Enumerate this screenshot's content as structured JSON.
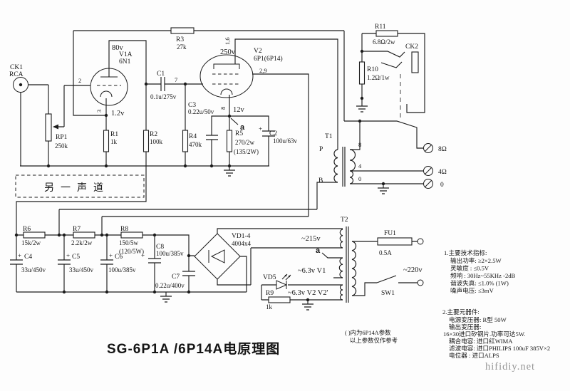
{
  "title": "SG-6P1A /6P14A电原理图",
  "watermark": "hifidiy.net",
  "schematic": {
    "connectors": {
      "ck1": "CK1",
      "ck1_type": "RCA",
      "ck2": "CK2"
    },
    "tubes": {
      "v1_name": "V1A",
      "v1_type": "6N1",
      "v1_plate_v": "80v",
      "v1_cathode_v": "1.2v",
      "v1_pin_grid": "2",
      "v1_pin_cathode": "3",
      "v2_name": "V2",
      "v2_type": "6P1(6P14)",
      "v2_plate_v": "250v",
      "v2_cathode_v": "12v",
      "v2_pin_plate": "1,6",
      "v2_pin_grid": "7",
      "v2_pin_screen": "2,9",
      "v2_pin_cathode": "8",
      "point_a": "a"
    },
    "resistors": {
      "rp1": "RP1",
      "rp1_val": "250k",
      "r1": "R1",
      "r1_val": "1k",
      "r2": "R2",
      "r2_val": "100k",
      "r3": "R3",
      "r3_val": "27k",
      "r4": "R4",
      "r4_val": "470k",
      "r5": "R5",
      "r5_val": "270/2w",
      "r5_alt": "(135/2W)",
      "r6": "R6",
      "r6_val": "15k/2w",
      "r7": "R7",
      "r7_val": "2.2k/2w",
      "r8": "R8",
      "r8_val": "150/5w",
      "r8_alt": "(120/5W)",
      "r9": "R9",
      "r9_val": "1k",
      "r10": "R10",
      "r10_val": "1.2Ω/1w",
      "r11": "R11",
      "r11_val": "6.8Ω/2w"
    },
    "capacitors": {
      "plus": "+",
      "c1": "C1",
      "c1_val": "0.1u/275v",
      "c2": "C2",
      "c2_val": "100u/63v",
      "c3": "C3",
      "c3_val": "0.22u/50v",
      "c4": "C4",
      "c4_val": "33u/450v",
      "c5": "C5",
      "c5_val": "33u/450v",
      "c6": "C6",
      "c6_val": "100u/385v",
      "c7": "C7",
      "c7_val": "0.22u/400v",
      "c8": "C8",
      "c8_val": "100u/385v"
    },
    "diodes": {
      "vd14": "VD1-4",
      "vd14_val": "4004x4",
      "vd5": "VD5"
    },
    "transformers": {
      "t1": "T1",
      "t1_p": "P",
      "t1_b": "B",
      "tap8": "8",
      "tap4": "4",
      "tap0": "0",
      "t2": "T2",
      "w215": "~215v",
      "w63_1": "~6.3v  V1",
      "w63_2": "~6.3v V2 V2'"
    },
    "power": {
      "fu1": "FU1",
      "fu1_rating": "0.5A",
      "mains": "~220v",
      "sw1": "SW1"
    },
    "outputs": {
      "o8": "8Ω",
      "o4": "4Ω",
      "o0": "0"
    },
    "other_channel": "另一声道"
  },
  "footnote": {
    "line1": "( )内为6P14A参数",
    "line2": "以上参数仅作参考"
  },
  "notes_tech": {
    "title": "1.主要技术指标:",
    "lines": [
      "输出功率: ≥2×2.5W",
      "灵敏度 : ≤0.5V",
      "频响  : 30Hz~55KHz -2dB",
      "谐波失真: ≤1.0% (1W)",
      "噪声电压: ≤3mV"
    ]
  },
  "notes_parts": {
    "title": "2.主要元器件:",
    "lines": [
      "电源变压器: R型 50W",
      "输出变压器:",
      "16×30进口矽钢片.功率可达5W.",
      "耦合电容:  进口红WIMA",
      "滤波电容:  进口PHILIPS 100uF 385V×2",
      "电位器 :  进口ALPS"
    ]
  }
}
